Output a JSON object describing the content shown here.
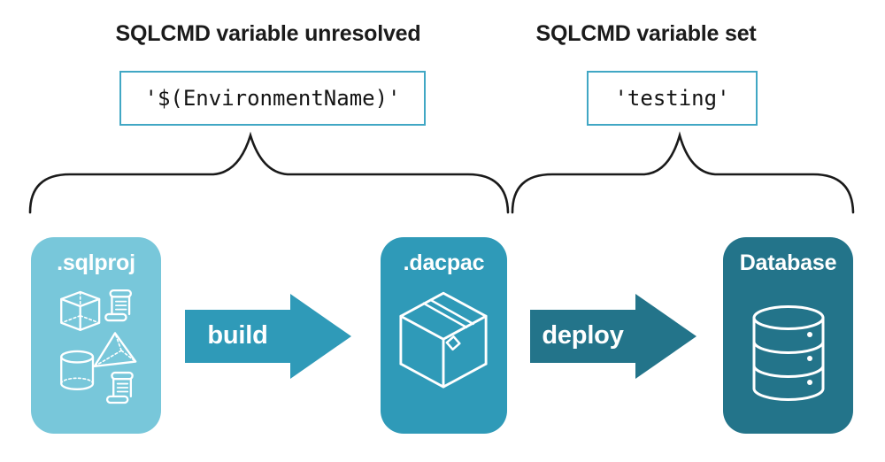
{
  "annotations": {
    "left": {
      "heading": "SQLCMD variable unresolved",
      "code": "'$(EnvironmentName)'"
    },
    "right": {
      "heading": "SQLCMD variable set",
      "code": "'testing'"
    }
  },
  "pipeline": {
    "nodes": [
      {
        "id": "sqlproj",
        "label": ".sqlproj"
      },
      {
        "id": "dacpac",
        "label": ".dacpac"
      },
      {
        "id": "database",
        "label": "Database"
      }
    ],
    "arrows": [
      {
        "id": "build",
        "label": "build"
      },
      {
        "id": "deploy",
        "label": "deploy"
      }
    ]
  },
  "icons": {
    "sqlproj_card": [
      "cube-icon",
      "script-scroll-icon",
      "pyramid-icon",
      "cylinder-icon",
      "script-scroll-icon"
    ],
    "dacpac_card": "package-box-icon",
    "database_card": "database-cylinder-icon"
  },
  "colors": {
    "sqlproj_bg": "#78C7DA",
    "dacpac_bg": "#2F9AB8",
    "database_bg": "#23748A",
    "build_arrow": "#2F9AB8",
    "deploy_arrow": "#23748A",
    "code_border": "#41A7C4",
    "code_text": "#141414",
    "heading_text": "#1B1B1B",
    "brace_stroke": "#1A1A1A",
    "white_text": "#FFFFFF",
    "icon_stroke": "#FFFFFF"
  }
}
